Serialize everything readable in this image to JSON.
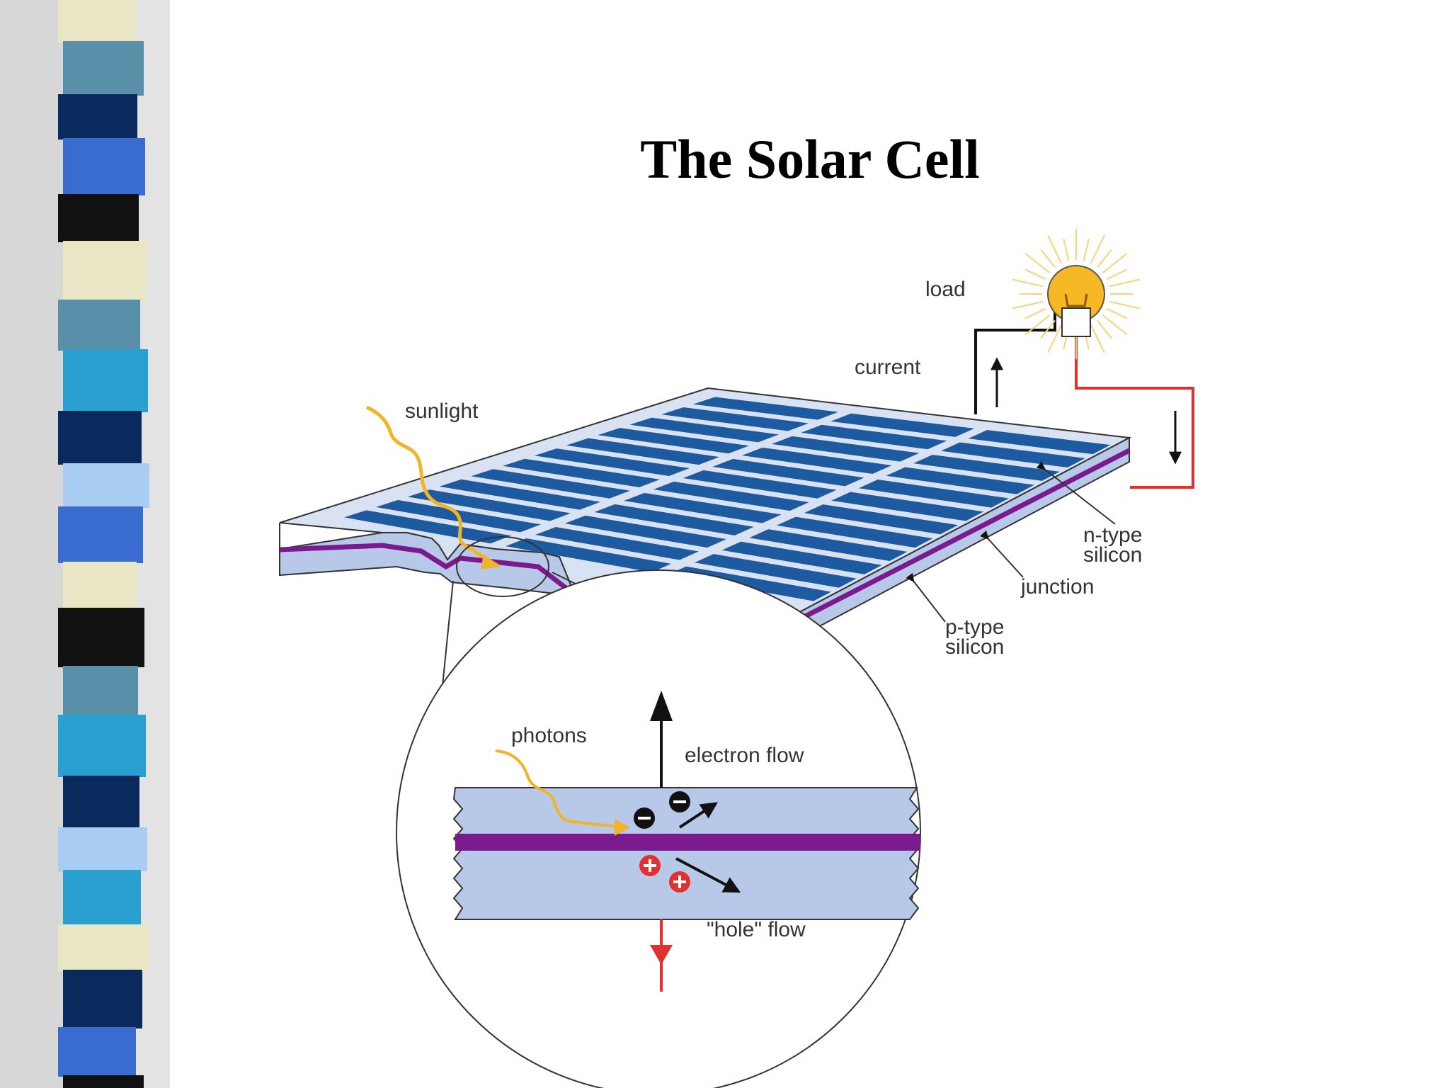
{
  "slide": {
    "title": "The Solar Cell"
  },
  "diagram": {
    "labels": {
      "load": "load",
      "current": "current",
      "sunlight": "sunlight",
      "n_type_line1": "n-type",
      "n_type_line2": "silicon",
      "junction": "junction",
      "p_type_line1": "p-type",
      "p_type_line2": "silicon",
      "photons": "photons",
      "electron_flow": "electron flow",
      "hole_flow": "\"hole\" flow"
    }
  },
  "colors": {
    "cell_blue": "#1E5AA0",
    "silicon_fill": "#B8C8E8",
    "junction_purple": "#7B1A8C",
    "circuit_red": "#E03030",
    "sunlight_gold": "#F0B428",
    "sidebar_palette": [
      "#5A8FAA",
      "#0A2A5E",
      "#3A6CD0",
      "#111111",
      "#E8E6C4",
      "#2AA0D0",
      "#A8CCF2",
      "#1A4A8A"
    ]
  }
}
